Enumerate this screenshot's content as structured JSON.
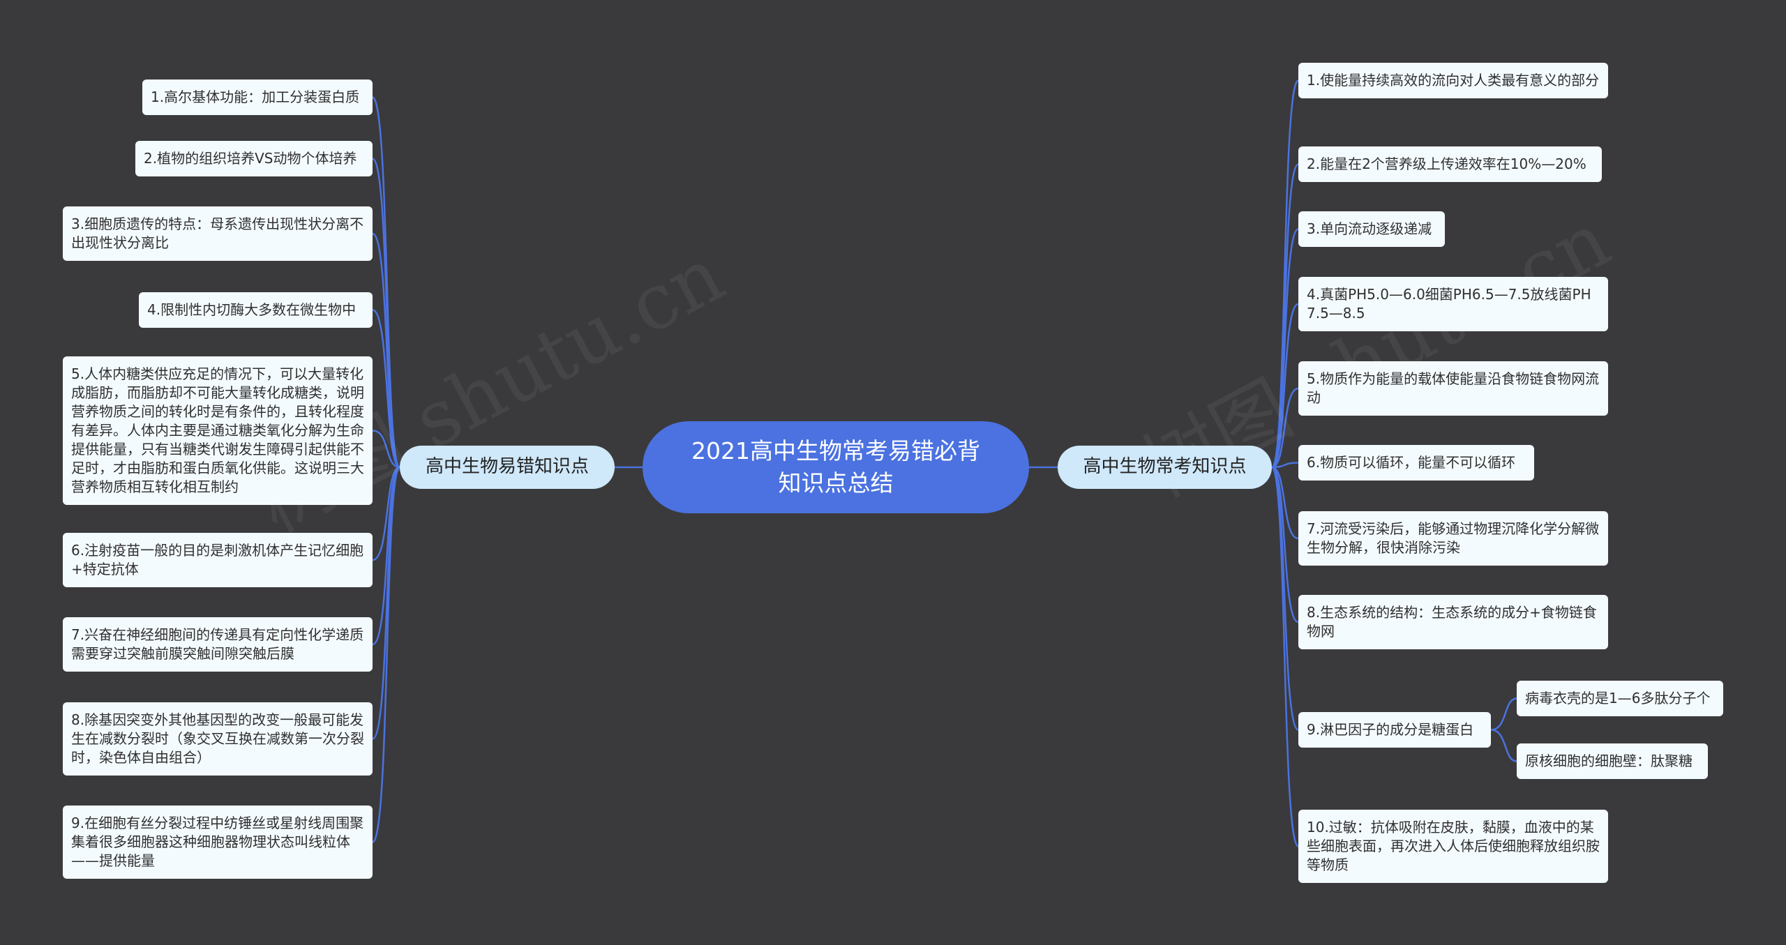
{
  "colors": {
    "background": "#3a3a3c",
    "root": "#4b72e0",
    "branch": "#cfe8fa",
    "leaf": "#f4fbff",
    "line": "#4b72e0"
  },
  "root": {
    "title": "2021高中生物常考易错必背知识点总结"
  },
  "left": {
    "label": "高中生物易错知识点",
    "items": [
      "1.高尔基体功能：加工分装蛋白质",
      "2.植物的组织培养VS动物个体培养",
      "3.细胞质遗传的特点：母系遗传出现性状分离不出现性状分离比",
      "4.限制性内切酶大多数在微生物中",
      "5.人体内糖类供应充足的情况下，可以大量转化成脂肪，而脂肪却不可能大量转化成糖类，说明营养物质之间的转化时是有条件的，且转化程度有差异。人体内主要是通过糖类氧化分解为生命提供能量，只有当糖类代谢发生障碍引起供能不足时，才由脂肪和蛋白质氧化供能。这说明三大营养物质相互转化相互制约",
      "6.注射疫苗一般的目的是刺激机体产生记忆细胞+特定抗体",
      "7.兴奋在神经细胞间的传递具有定向性化学递质需要穿过突触前膜突触间隙突触后膜",
      "8.除基因突变外其他基因型的改变一般最可能发生在减数分裂时（象交叉互换在减数第一次分裂时，染色体自由组合）",
      "9.在细胞有丝分裂过程中纺锤丝或星射线周围聚集着很多细胞器这种细胞器物理状态叫线粒体——提供能量"
    ]
  },
  "right": {
    "label": "高中生物常考知识点",
    "items": [
      "1.使能量持续高效的流向对人类最有意义的部分",
      "2.能量在2个营养级上传递效率在10%—20%",
      "3.单向流动逐级递减",
      "4.真菌PH5.0—6.0细菌PH6.5—7.5放线菌PH7.5—8.5",
      "5.物质作为能量的载体使能量沿食物链食物网流动",
      "6.物质可以循环，能量不可以循环",
      "7.河流受污染后，能够通过物理沉降化学分解微生物分解，很快消除污染",
      "8.生态系统的结构：生态系统的成分+食物链食物网",
      "9.淋巴因子的成分是糖蛋白",
      "10.过敏：抗体吸附在皮肤，黏膜，血液中的某些细胞表面，再次进入人体后使细胞释放组织胺等物质"
    ],
    "sub_items": [
      "病毒衣壳的是1—6多肽分子个",
      "原核细胞的细胞壁：肽聚糖"
    ]
  },
  "watermark": "树图 shutu.cn"
}
